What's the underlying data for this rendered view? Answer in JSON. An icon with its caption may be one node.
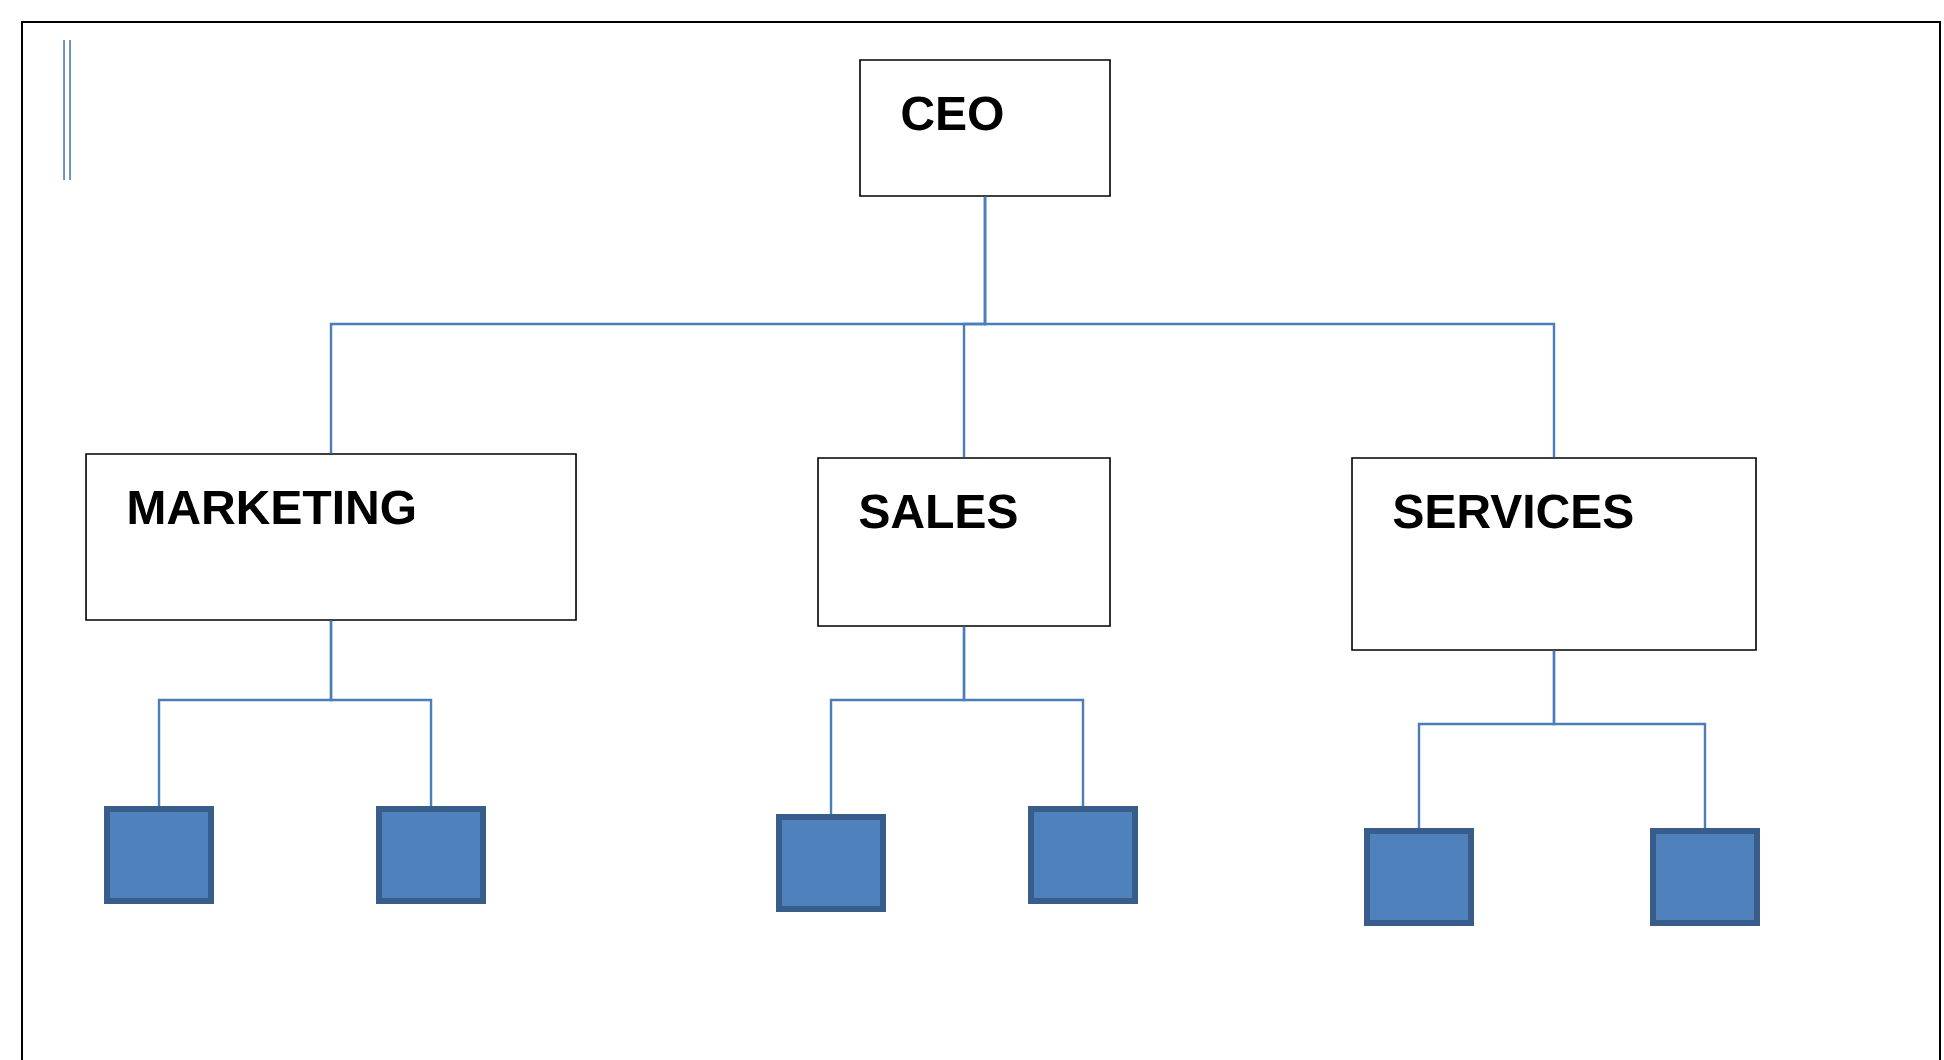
{
  "diagram": {
    "nodes": [
      {
        "text": [
          "CEO"
        ]
      },
      {
        "text": [
          "MARKETING"
        ]
      },
      {
        "text": [
          "SALES"
        ]
      },
      {
        "text": [
          "SERVICES"
        ]
      },
      {
        "text": [],
        "shape": "box"
      },
      {
        "text": [],
        "shape": "box"
      },
      {
        "text": [],
        "shape": "box"
      },
      {
        "text": [],
        "shape": "box"
      },
      {
        "text": [],
        "shape": "box"
      },
      {
        "text": [],
        "shape": "box"
      }
    ],
    "edges": [
      {
        "from": 0,
        "to": 1,
        "arrow": "none"
      },
      {
        "from": 0,
        "to": 2,
        "arrow": "none"
      },
      {
        "from": 0,
        "to": 3,
        "arrow": "none"
      },
      {
        "from": 1,
        "to": 4,
        "arrow": "none"
      },
      {
        "from": 1,
        "to": 5,
        "arrow": "none"
      },
      {
        "from": 2,
        "to": 6,
        "arrow": "none"
      },
      {
        "from": 2,
        "to": 7,
        "arrow": "none"
      },
      {
        "from": 3,
        "to": 8,
        "arrow": "none"
      },
      {
        "from": 3,
        "to": 9,
        "arrow": "none"
      }
    ]
  }
}
